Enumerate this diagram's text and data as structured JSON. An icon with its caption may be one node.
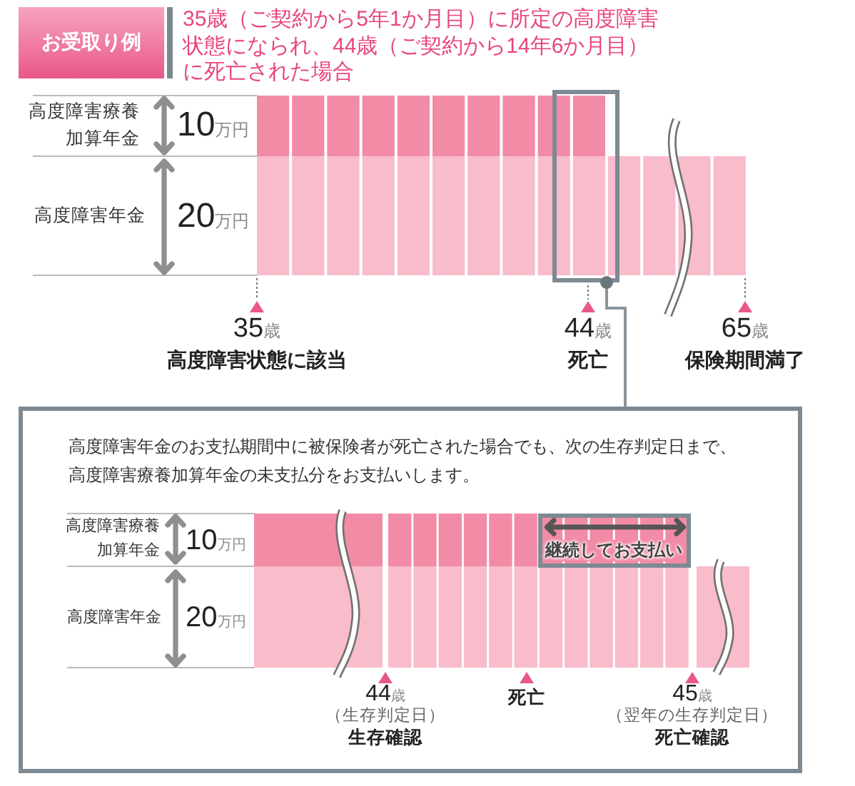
{
  "diagram": {
    "title": "35歳（ご契約から5年1か月目）に所定の高度障害状態になられ、44歳（ご契約から14年6か月目）に死亡された場合",
    "nodes": [
      {
        "text": [
          "お受取り例"
        ]
      },
      {
        "text": [],
        "shape": "box"
      },
      {
        "text": [
          "高度障害年金のお支払期間中に被保険者が死亡された場合でも、次の生存判定日まで、高度障害療養加算年金の未支払分をお支払いします。"
        ]
      },
      {
        "text": [
          "継続してお支払い"
        ],
        "in": 2
      }
    ],
    "edges": [
      {
        "from": 1,
        "to": 2,
        "arrow": "other"
      }
    ],
    "labels": [
      "高度障害療養加算年金",
      "10万円",
      "高度障害年金",
      "20万円",
      "35歳",
      "高度障害状態に該当",
      "44歳",
      "死亡",
      "65歳",
      "保険期間満了",
      "高度障害療養加算年金",
      "10万円",
      "高度障害年金",
      "20万円",
      "44歳",
      "（生存判定日）",
      "生存確認",
      "死亡",
      "45歳",
      "（翌年の生存判定日）",
      "死亡確認"
    ]
  }
}
